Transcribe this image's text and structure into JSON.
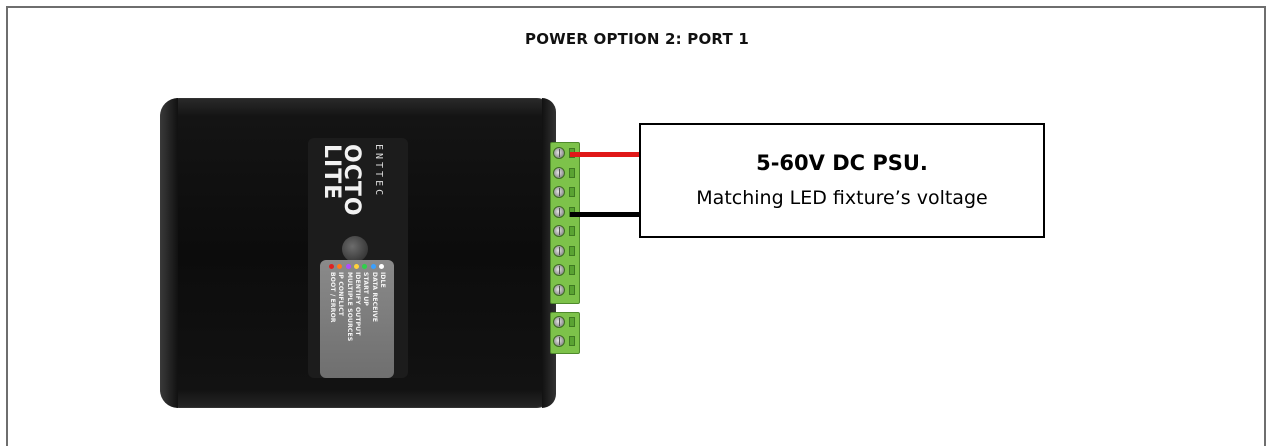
{
  "title": "POWER OPTION 2: PORT 1",
  "device": {
    "brand": "ENTTEC",
    "product_line1": "OCTO",
    "product_line2": "LITE",
    "status_items": [
      "IDLE",
      "DATA RECEIVE",
      "START UP",
      "IDENTIFY OUTPUT",
      "MULTIPLE SOURCES",
      "IP CONFLICT",
      "BOOT / ERROR"
    ],
    "status_colors": [
      "#ffffff",
      "#3aa0ff",
      "#2fd14a",
      "#ffd23a",
      "#b14bff",
      "#ff7a1a",
      "#e02020"
    ]
  },
  "psu": {
    "title": "5-60V DC PSU.",
    "subtitle": "Matching LED fixture’s voltage"
  },
  "colors": {
    "wire_positive": "#e01818",
    "wire_negative": "#000000",
    "terminal_block": "#7dc24a"
  }
}
